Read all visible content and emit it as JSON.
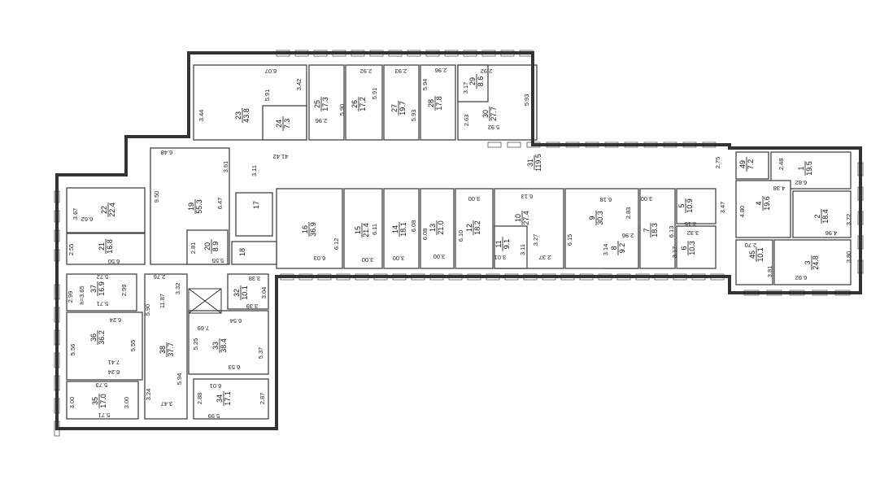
{
  "plan": {
    "rooms": [
      {
        "number": "1",
        "area": "19.5"
      },
      {
        "number": "2",
        "area": "18.4"
      },
      {
        "number": "3",
        "area": "24.8"
      },
      {
        "number": "4",
        "area": "19.6"
      },
      {
        "number": "5",
        "area": "10.9"
      },
      {
        "number": "6",
        "area": "10.3"
      },
      {
        "number": "7",
        "area": "18.3"
      },
      {
        "number": "8",
        "area": "9.2"
      },
      {
        "number": "9",
        "area": "30.3"
      },
      {
        "number": "10",
        "area": "27.4"
      },
      {
        "number": "11",
        "area": "9.1"
      },
      {
        "number": "12",
        "area": "18.2"
      },
      {
        "number": "13",
        "area": "21.0"
      },
      {
        "number": "14",
        "area": "18.1"
      },
      {
        "number": "15",
        "area": "21.4"
      },
      {
        "number": "16",
        "area": "36.9"
      },
      {
        "number": "17",
        "area": ""
      },
      {
        "number": "18",
        "area": ""
      },
      {
        "number": "19",
        "area": "55.3"
      },
      {
        "number": "20",
        "area": "8.9"
      },
      {
        "number": "21",
        "area": "16.8"
      },
      {
        "number": "22",
        "area": "22.4"
      },
      {
        "number": "23",
        "area": "43.8"
      },
      {
        "number": "24",
        "area": "7.3"
      },
      {
        "number": "25",
        "area": "17.3"
      },
      {
        "number": "26",
        "area": "17.2"
      },
      {
        "number": "27",
        "area": "19.7"
      },
      {
        "number": "28",
        "area": "17.8"
      },
      {
        "number": "29",
        "area": "8.6"
      },
      {
        "number": "30",
        "area": "27.7"
      },
      {
        "number": "31",
        "area": "119.5"
      },
      {
        "number": "32",
        "area": "10.1"
      },
      {
        "number": "33",
        "area": "38.4"
      },
      {
        "number": "34",
        "area": "17.1"
      },
      {
        "number": "35",
        "area": "17.0"
      },
      {
        "number": "36",
        "area": "36.2"
      },
      {
        "number": "37",
        "area": "16.9"
      },
      {
        "number": "38",
        "area": "37.7"
      },
      {
        "number": "45",
        "area": "10.1"
      },
      {
        "number": "49",
        "area": "7.2"
      }
    ],
    "dimensions": [
      "6.07",
      "5.91",
      "3.42",
      "3.44",
      "5.90",
      "2.96",
      "2.92",
      "5.91",
      "2.93",
      "5.93",
      "5.94",
      "2.96",
      "3.17",
      "2.92",
      "2.63",
      "5.92",
      "5.93",
      "6.48",
      "41.42",
      "3.61",
      "3.11",
      "2.75",
      "9.50",
      "6.47",
      "3.67",
      "6.62",
      "2.55",
      "6.50",
      "2.81",
      "5.55",
      "6.03",
      "6.12",
      "6.11",
      "3.00",
      "6.08",
      "3.00",
      "6.08",
      "3.00",
      "3.00",
      "6.10",
      "3.11",
      "3.01",
      "6.13",
      "3.27",
      "2.37",
      "6.18",
      "6.15",
      "2.83",
      "2.96",
      "3.14",
      "3.00",
      "6.13",
      "3.47",
      "3.15",
      "3.32",
      "3.17",
      "2.48",
      "6.82",
      "4.38",
      "4.80",
      "3.72",
      "4.96",
      "2.70",
      "3.81",
      "3.80",
      "6.62",
      "5.72",
      "2.99",
      "h=3.65",
      "2.99",
      "5.71",
      "2.76",
      "11.87",
      "5.90",
      "3.32",
      "3.38",
      "3.04",
      "3.39",
      "6.24",
      "5.56",
      "5.55",
      "7.41",
      "6.24",
      "7.69",
      "6.54",
      "5.25",
      "5.37",
      "6.53",
      "5.94",
      "5.73",
      "3.24",
      "3.00",
      "3.00",
      "5.71",
      "3.47",
      "6.01",
      "2.88",
      "2.87",
      "5.99"
    ]
  }
}
